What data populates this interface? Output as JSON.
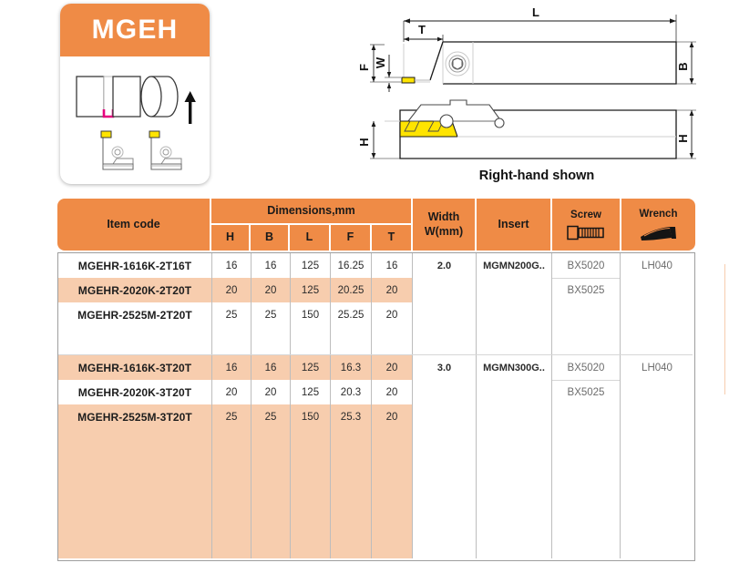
{
  "logo": {
    "title": "MGEH",
    "banner_color": "#ef8b46",
    "groove_color": "#e6007e",
    "insert_color": "#ffe400",
    "arrow_icon": "up-arrow-icon"
  },
  "drawing": {
    "caption": "Right-hand shown",
    "labels": {
      "length": "L",
      "thickness": "T",
      "width": "W",
      "front": "F",
      "body": "B",
      "height": "H",
      "height_rear": "H"
    },
    "insert_color": "#ffe400"
  },
  "table": {
    "header": {
      "item_code": "Item code",
      "dimensions_group": "Dimensions,mm",
      "dimension_cols": [
        "H",
        "B",
        "L",
        "F",
        "T"
      ],
      "width": "Width",
      "width_unit": "W(mm)",
      "insert": "Insert",
      "screw": "Screw",
      "wrench": "Wrench",
      "screw_icon": "screw-icon",
      "wrench_icon": "hex-key-wrench-icon",
      "bg_color": "#ef8b46"
    },
    "groups": [
      {
        "width": "2.0",
        "insert": "MGMN200G..",
        "screws": [
          "BX5020",
          "BX5025"
        ],
        "wrench": "LH040",
        "rows": [
          {
            "code": "MGEHR-1616K-2T16T",
            "H": "16",
            "B": "16",
            "L": "125",
            "F": "16.25",
            "T": "16",
            "shaded": false
          },
          {
            "code": "MGEHR-2020K-2T20T",
            "H": "20",
            "B": "20",
            "L": "125",
            "F": "20.25",
            "T": "20",
            "shaded": true
          },
          {
            "code": "MGEHR-2525M-2T20T",
            "H": "25",
            "B": "25",
            "L": "150",
            "F": "25.25",
            "T": "20",
            "shaded": false
          }
        ]
      },
      {
        "width": "3.0",
        "insert": "MGMN300G..",
        "screws": [
          "BX5020",
          "BX5025"
        ],
        "wrench": "LH040",
        "rows": [
          {
            "code": "MGEHR-1616K-3T20T",
            "H": "16",
            "B": "16",
            "L": "125",
            "F": "16.3",
            "T": "20",
            "shaded": true
          },
          {
            "code": "MGEHR-2020K-3T20T",
            "H": "20",
            "B": "20",
            "L": "125",
            "F": "20.3",
            "T": "20",
            "shaded": false
          },
          {
            "code": "MGEHR-2525M-3T20T",
            "H": "25",
            "B": "25",
            "L": "150",
            "F": "25.3",
            "T": "20",
            "shaded": true
          }
        ]
      }
    ],
    "shade_color": "#f7cdae"
  }
}
